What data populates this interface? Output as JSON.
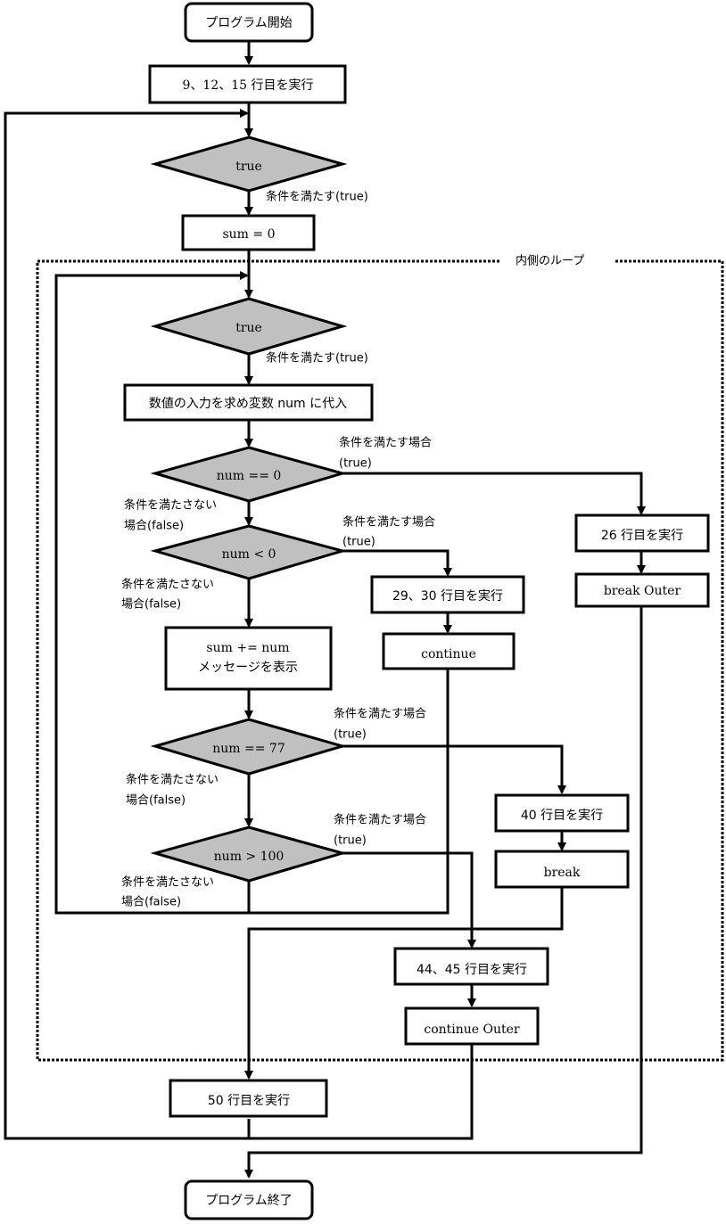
{
  "nodes": {
    "start": "プログラム開始",
    "init_exec": "9、12、15 行目を実行",
    "outer_cond": "true",
    "sum_init": "sum = 0",
    "inner_cond": "true",
    "input_num": "数値の入力を求め変数 num に代入",
    "cond_zero": "num == 0",
    "cond_neg": "num < 0",
    "sum_add_line1": "sum += num",
    "sum_add_line2": "メッセージを表示",
    "cond_77": "num == 77",
    "cond_100": "num > 100",
    "exec_26": "26 行目を実行",
    "break_outer": "break Outer",
    "exec_29_30": "29、30 行目を実行",
    "continue": "continue",
    "exec_40": "40 行目を実行",
    "break": "break",
    "exec_44_45": "44、45 行目を実行",
    "continue_outer": "continue Outer",
    "exec_50": "50 行目を実行",
    "end": "プログラム終了"
  },
  "labels": {
    "inner_loop": "内側のループ",
    "true_simple": "条件を満たす(true)",
    "true_case_line1": "条件を満たす場合",
    "true_case_line2": "(true)",
    "false_case_line1": "条件を満たさない",
    "false_case_line2": "場合(false)"
  },
  "colors": {
    "decision_fill": "#c0c0c0",
    "stroke": "#000000"
  }
}
